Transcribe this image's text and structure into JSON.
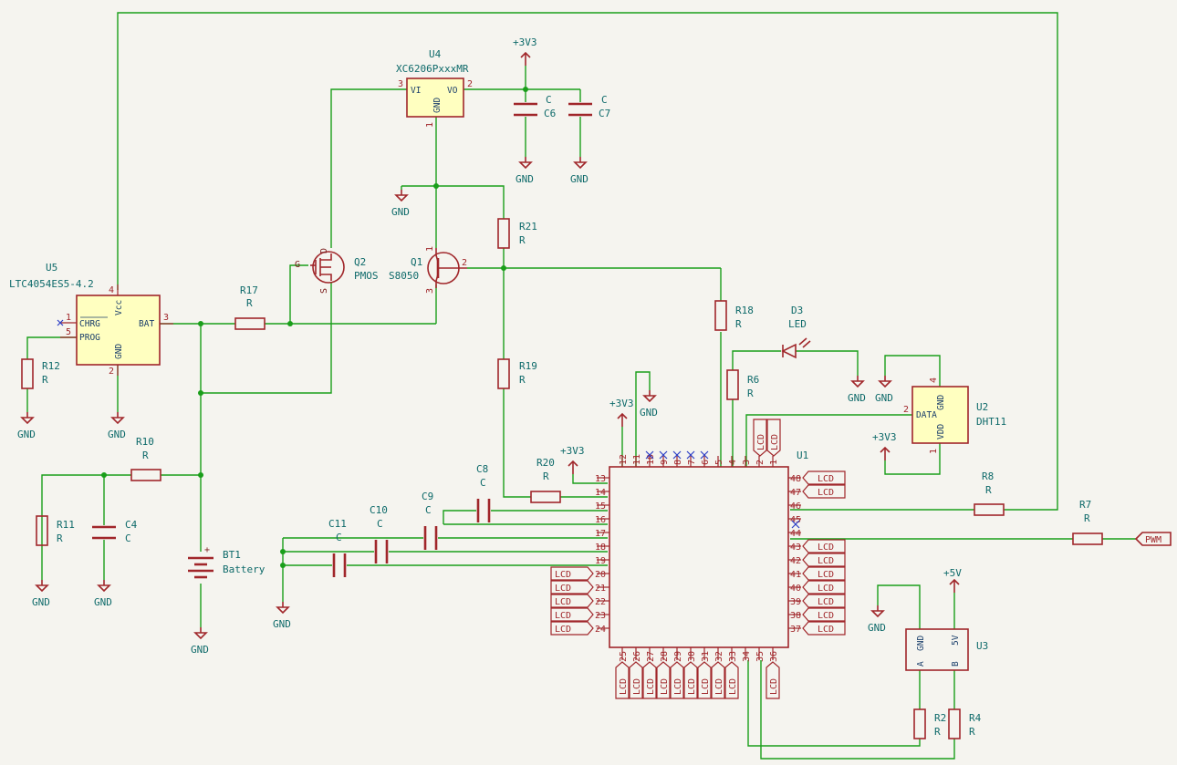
{
  "components": {
    "U5": {
      "ref": "U5",
      "value": "LTC4054ES5-4.2",
      "pins": {
        "chrg": "CHRG",
        "prog": "PROG",
        "vcc": "Vcc",
        "gnd": "GND",
        "bat": "BAT"
      },
      "pin_numbers": [
        "1",
        "5",
        "4",
        "2",
        "3"
      ]
    },
    "U4": {
      "ref": "U4",
      "value": "XC6206PxxxMR",
      "pins": {
        "vi": "VI",
        "vo": "VO",
        "gnd": "GND"
      },
      "pin_numbers": [
        "3",
        "2",
        "1"
      ]
    },
    "U2": {
      "ref": "U2",
      "value": "DHT11",
      "pins": {
        "data": "DATA",
        "gnd": "GND",
        "vdd": "VDD"
      },
      "pin_numbers": [
        "2",
        "4",
        "1"
      ]
    },
    "U3": {
      "ref": "U3",
      "pins": {
        "gnd": "GND",
        "v5": "5V",
        "a": "A",
        "b": "B"
      }
    },
    "U1": {
      "ref": "U1"
    },
    "Q1": {
      "ref": "Q1",
      "value": "S8050",
      "pin_numbers": [
        "1",
        "2",
        "3"
      ]
    },
    "Q2": {
      "ref": "Q2",
      "value": "PMOS",
      "pins": {
        "g": "G",
        "d": "D",
        "s": "S"
      }
    },
    "BT1": {
      "ref": "BT1",
      "value": "Battery"
    },
    "D3": {
      "ref": "D3",
      "value": "LED"
    },
    "caps": [
      {
        "ref": "C6",
        "value": "C"
      },
      {
        "ref": "C7",
        "value": "C"
      },
      {
        "ref": "C4",
        "value": "C"
      },
      {
        "ref": "C8",
        "value": "C"
      },
      {
        "ref": "C9",
        "value": "C"
      },
      {
        "ref": "C10",
        "value": "C"
      },
      {
        "ref": "C11",
        "value": "C"
      }
    ],
    "resistors": [
      {
        "ref": "R12",
        "value": "R"
      },
      {
        "ref": "R17",
        "value": "R"
      },
      {
        "ref": "R10",
        "value": "R"
      },
      {
        "ref": "R11",
        "value": "R"
      },
      {
        "ref": "R21",
        "value": "R"
      },
      {
        "ref": "R19",
        "value": "R"
      },
      {
        "ref": "R20",
        "value": "R"
      },
      {
        "ref": "R18",
        "value": "R"
      },
      {
        "ref": "R6",
        "value": "R"
      },
      {
        "ref": "R8",
        "value": "R"
      },
      {
        "ref": "R7",
        "value": "R"
      },
      {
        "ref": "R2",
        "value": "R"
      },
      {
        "ref": "R4",
        "value": "R"
      }
    ]
  },
  "power": {
    "v33": "+3V3",
    "v5": "+5V",
    "gnd": "GND"
  },
  "net_labels": {
    "lcd": "LCD",
    "pwm": "PWM"
  },
  "u1_pins": {
    "top": [
      "12",
      "11",
      "10",
      "9",
      "8",
      "7",
      "6",
      "5",
      "4",
      "3",
      "2",
      "1"
    ],
    "left": [
      "13",
      "14",
      "15",
      "16",
      "17",
      "18",
      "19",
      "20",
      "21",
      "22",
      "23",
      "24"
    ],
    "right": [
      "48",
      "47",
      "46",
      "45",
      "44",
      "43",
      "42",
      "41",
      "40",
      "39",
      "38",
      "37"
    ],
    "bottom": [
      "25",
      "26",
      "27",
      "28",
      "29",
      "30",
      "31",
      "32",
      "33",
      "34",
      "35",
      "36"
    ]
  },
  "colors": {
    "wire": "#1a9e1a",
    "symbol": "#a0262a",
    "body": "#ffffc0",
    "reference": "#0e6a6a",
    "background": "#f5f4ef"
  }
}
